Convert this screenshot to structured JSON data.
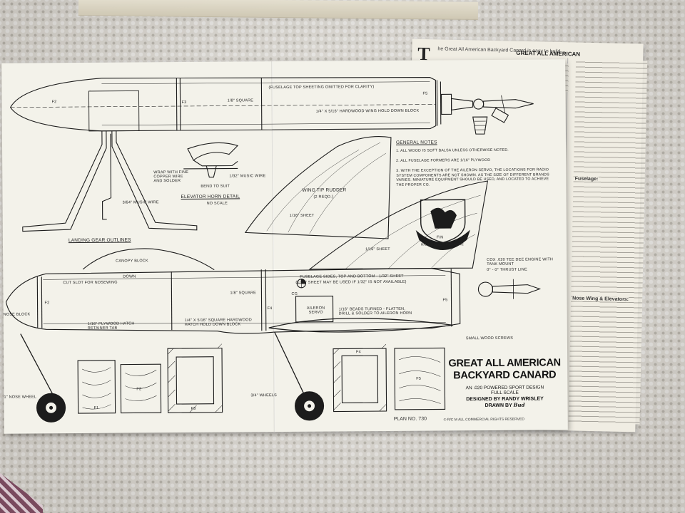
{
  "plan": {
    "title_line1": "GREAT ALL AMERICAN",
    "title_line2": "BACKYARD CANARD",
    "subtitle": "AN .020 POWERED SPORT DESIGN",
    "scale": "FULL SCALE",
    "designer": "DESIGNED BY RANDY WRISLEY",
    "drawn_by": "DRAWN BY",
    "drawn_signature": "Bud",
    "plan_number": "PLAN NO. 730",
    "rights": "© R/C M ALL COMMERCIAL RIGHTS RESERVED"
  },
  "notes": {
    "title": "GENERAL NOTES",
    "items": [
      "1. ALL WOOD IS SOFT BALSA UNLESS OTHERWISE NOTED.",
      "2. ALL FUSELAGE FORMERS ARE 1/16\" PLYWOOD",
      "3. WITH THE EXCEPTION OF THE AILERON SERVO, THE LOCATIONS FOR RADIO SYSTEM COMPONENTS ARE NOT SHOWN. AS THE SIZE OF DIFFERENT BRANDS VARIES. MINIATURE EQUIPMENT SHOULD BE USED, AND LOCATED TO ACHIEVE THE PROPER CG."
    ]
  },
  "labels": {
    "top_sheeting": "(FUSELAGE TOP SHEETING OMITTED FOR CLARITY)",
    "square_top": "1/8\" SQUARE",
    "hold_down_block": "1/4\" X 5/16\" HARDWOOD WING HOLD DOWN BLOCK",
    "f3_top": "F3",
    "f2_top": "F2",
    "f5_top": "F5",
    "wrap": "WRAP WITH FINE COPPER WIRE AND SOLDER",
    "music_wire_132": "1/32\" MUSIC WIRE",
    "bend": "BEND TO SUIT",
    "elevator_horn": "ELEVATOR HORN DETAIL",
    "no_scale": "NO SCALE",
    "music_wire_364": "3/64\" MUSIC WIRE",
    "landing_gear": "LANDING GEAR OUTLINES",
    "wing_tip_rudder": "WING TIP RUDDER",
    "rudder_req": "(2 REQD.)",
    "sheet_116_a": "1/16\" SHEET",
    "sheet_116_b": "1/16\" SHEET",
    "fin": "FIN",
    "engine": "COX .020 TEE DEE ENGINE WITH TANK MOUNT",
    "thrust": "0° - 0° THRUST LINE",
    "canopy": "CANOPY BLOCK",
    "down": "DOWN",
    "cut_slot": "CUT SLOT FOR NOSEWING",
    "nose_block": "NOSE BLOCK",
    "fuselage_sides": "FUSELAGE SIDES, TOP AND BOTTOM - 1/32\" SHEET",
    "sheet_use": "(1/16\" SHEET MAY BE USED IF 1/32\" IS NOT AVAILABLE)",
    "square_side": "1/8\" SQUARE",
    "cg": "CG",
    "aileron_servo": "AILERON SERVO",
    "beads": "1/16\" BEADS TURNED - FLATTEN, DRILL & SOLDER TO AILERON HORN",
    "f4_side": "F4",
    "f5_side": "F5",
    "f2_side": "F2",
    "small_screws": "SMALL WOOD SCREWS",
    "ply_hatch": "1/16\" PLYWOOD HATCH RETAINER TAB",
    "hatch_block": "1/4\" X 5/16\" SQUARE HARDWOOD HATCH HOLD DOWN BLOCK",
    "nose_wheel": "1\" NOSE WHEEL",
    "wheel_34": "3/4\" WHEELS",
    "former_f1": "F1",
    "former_f2": "F2",
    "former_f3": "F3",
    "former_f4": "F4",
    "former_f5": "F5",
    "badge": "R/C MODELER MAGAZINE"
  },
  "article": {
    "heading": "GREAT ALL AMERICAN",
    "drop_cap": "T",
    "intro": "he Great All American Backyard Canard is easy to build",
    "section_fuselage": "Fuselage:",
    "section_nose": "Nose Wing & Elevators:"
  },
  "colors": {
    "paper": "#f3f2ea",
    "ink": "#1c1c1c",
    "cloth": "#e2dfd8",
    "fabric": "#7a4a5e"
  }
}
